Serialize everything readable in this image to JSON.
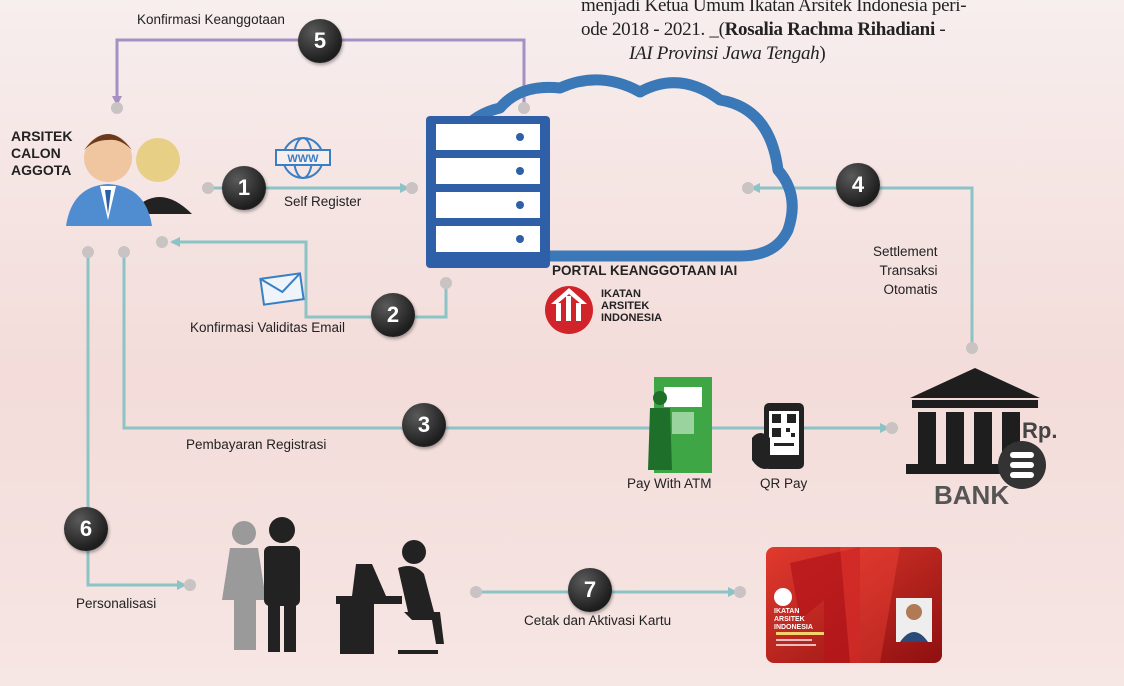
{
  "caption": {
    "line1": "menjadi Ketua Umum Ikatan Arsitek Indonesia peri-",
    "line2_plain": "ode 2018 - 2021. _(",
    "author": "Rosalia Rachma Rihadiani",
    "dash": " -",
    "affiliation": "IAI Provinsi Jawa Tengah",
    "close": ")"
  },
  "actor": {
    "line1": "ARSITEK",
    "line2": "CALON",
    "line3": "AGGOTA"
  },
  "portal": {
    "title": "PORTAL KEANGGOTAAN IAI",
    "org_line1": "IKATAN",
    "org_line2": "ARSITEK",
    "org_line3": "INDONESIA"
  },
  "steps": [
    {
      "num": "1",
      "label": "Self Register"
    },
    {
      "num": "2",
      "label": "Konfirmasi  Validitas Email"
    },
    {
      "num": "3",
      "label": "Pembayaran Registrasi"
    },
    {
      "num": "4",
      "label_line1": "Settlement",
      "label_line2": "Transaksi",
      "label_line3": "Otomatis"
    },
    {
      "num": "5",
      "label": "Konfirmasi Keanggotaan"
    },
    {
      "num": "6",
      "label": "Personalisasi"
    },
    {
      "num": "7",
      "label": "Cetak dan Aktivasi Kartu"
    }
  ],
  "payment": {
    "atm": "Pay With ATM",
    "qr": "QR Pay",
    "www": "WWW"
  },
  "bank": {
    "name": "BANK",
    "currency": "Rp."
  },
  "card": {
    "org_line1": "IKATAN",
    "org_line2": "ARSITEK",
    "org_line3": "INDONESIA"
  },
  "colors": {
    "flow_teal": "#8cc3c6",
    "flow_purple": "#a58fc4",
    "server_blue": "#2f5fa6",
    "cloud_blue": "#3a78b8",
    "iai_red": "#d1232a",
    "atm_green": "#3fa646",
    "node_dot": "#c9c3c3",
    "step_dark": "#2a2a2a"
  },
  "icons": [
    "www-globe-icon",
    "envelope-icon",
    "atm-icon",
    "qr-phone-icon",
    "bank-icon",
    "couple-icon",
    "desk-worker-icon",
    "member-card-icon",
    "iai-logo-icon"
  ]
}
